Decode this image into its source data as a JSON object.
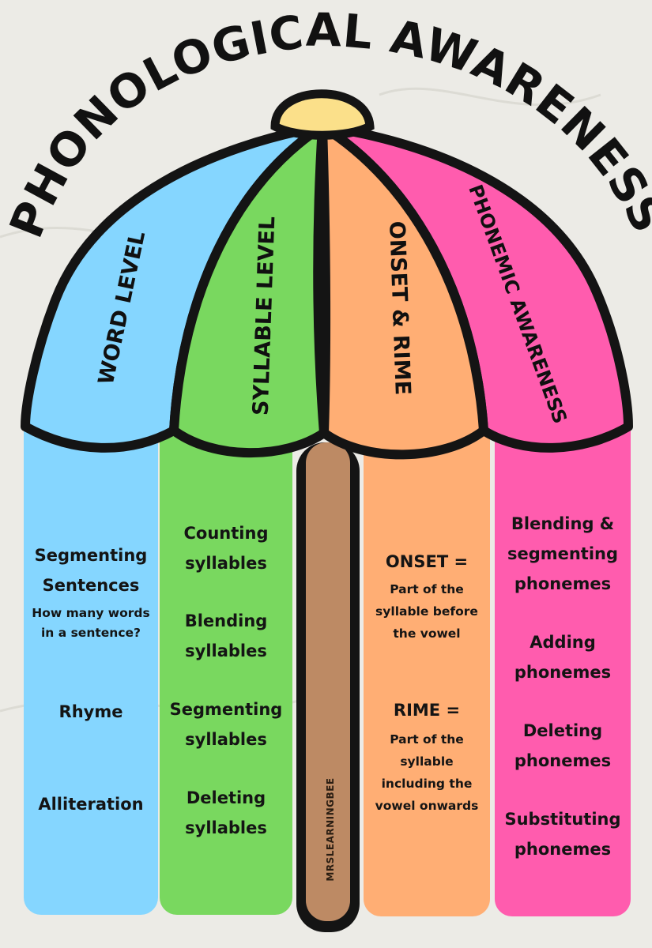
{
  "title": "PHONOLOGICAL AWARENESS",
  "panels": {
    "word": {
      "label": "WORD LEVEL",
      "items": [
        "Segmenting",
        "Sentences",
        "How many words",
        "in a sentence?",
        "Rhyme",
        "Alliteration"
      ]
    },
    "syllable": {
      "label": "SYLLABLE LEVEL",
      "items": [
        "Counting",
        "syllables",
        "Blending",
        "syllables",
        "Segmenting",
        "syllables",
        "Deleting",
        "syllables"
      ]
    },
    "onset": {
      "label": "ONSET & RIME",
      "items": [
        "ONSET =",
        "Part of the",
        "syllable before",
        "the vowel",
        "RIME =",
        "Part of the",
        "syllable",
        "including the",
        "vowel onwards"
      ]
    },
    "phonemic": {
      "label": "PHONEMIC AWARENESS",
      "items": [
        "Blending &",
        "segmenting",
        "phonemes",
        "Adding",
        "phonemes",
        "Deleting",
        "phonemes",
        "Substituting",
        "phonemes"
      ]
    }
  },
  "watermark": "MRSLEARNINGBEE",
  "colors": {
    "blue": "#85d6ff",
    "green": "#79d85f",
    "orange": "#ffae74",
    "pink": "#ff5cae",
    "cap": "#fbe08a",
    "pole": "#bd8a64"
  }
}
